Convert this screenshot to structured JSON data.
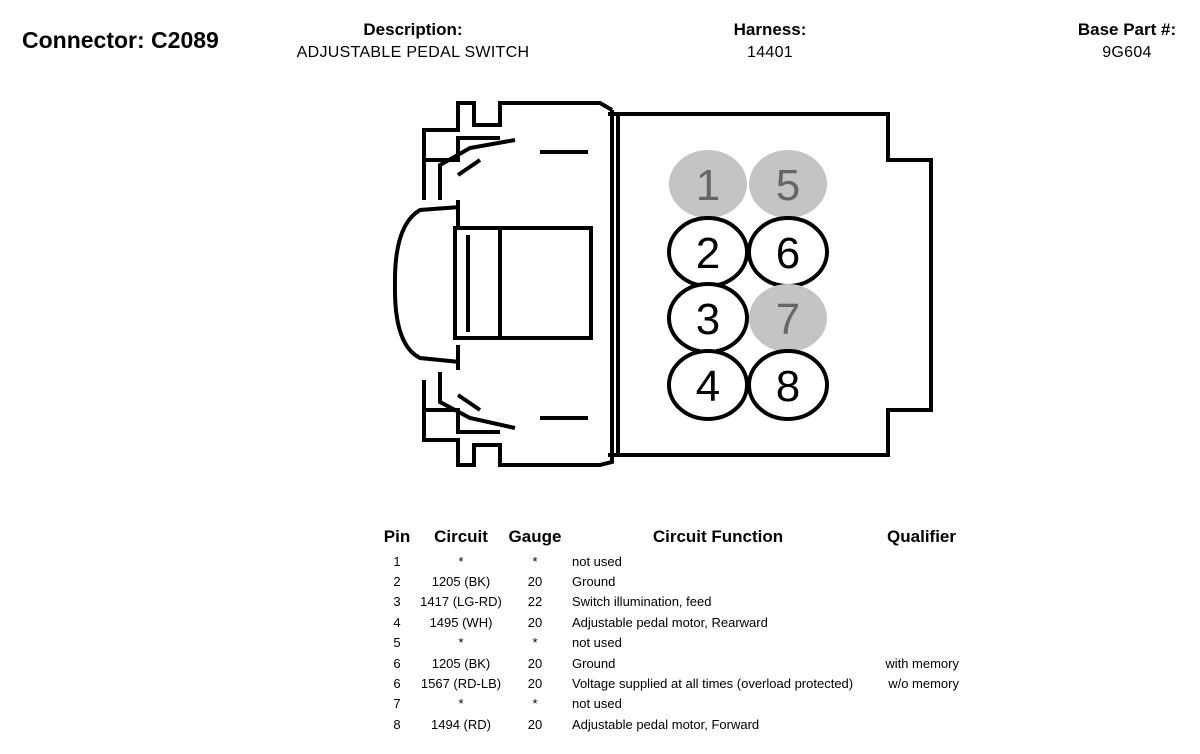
{
  "header": {
    "connector": "Connector: C2089",
    "description_label": "Description:",
    "description_value": "ADJUSTABLE PEDAL SWITCH",
    "harness_label": "Harness:",
    "harness_value": "14401",
    "base_part_label": "Base Part #:",
    "base_part_value": "9G604"
  },
  "pins_diagram": [
    {
      "label": "1",
      "state": "unused"
    },
    {
      "label": "5",
      "state": "unused"
    },
    {
      "label": "2",
      "state": "used"
    },
    {
      "label": "6",
      "state": "used"
    },
    {
      "label": "3",
      "state": "used"
    },
    {
      "label": "7",
      "state": "unused"
    },
    {
      "label": "4",
      "state": "used"
    },
    {
      "label": "8",
      "state": "used"
    }
  ],
  "colors": {
    "unused_pin_fill": "#c4c4c4",
    "unused_pin_text": "#666666",
    "outline": "#000000"
  },
  "table": {
    "headers": {
      "pin": "Pin",
      "circuit": "Circuit",
      "gauge": "Gauge",
      "function": "Circuit Function",
      "qualifier": "Qualifier"
    },
    "rows": [
      {
        "pin": "1",
        "circuit": "*",
        "gauge": "*",
        "function": "not used",
        "qualifier": ""
      },
      {
        "pin": "2",
        "circuit": "1205 (BK)",
        "gauge": "20",
        "function": "Ground",
        "qualifier": ""
      },
      {
        "pin": "3",
        "circuit": "1417 (LG-RD)",
        "gauge": "22",
        "function": "Switch illumination, feed",
        "qualifier": ""
      },
      {
        "pin": "4",
        "circuit": "1495 (WH)",
        "gauge": "20",
        "function": "Adjustable pedal motor, Rearward",
        "qualifier": ""
      },
      {
        "pin": "5",
        "circuit": "*",
        "gauge": "*",
        "function": "not used",
        "qualifier": ""
      },
      {
        "pin": "6",
        "circuit": "1205 (BK)",
        "gauge": "20",
        "function": "Ground",
        "qualifier": "with memory"
      },
      {
        "pin": "6",
        "circuit": "1567 (RD-LB)",
        "gauge": "20",
        "function": "Voltage supplied at all times (overload protected)",
        "qualifier": "w/o memory"
      },
      {
        "pin": "7",
        "circuit": "*",
        "gauge": "*",
        "function": "not used",
        "qualifier": ""
      },
      {
        "pin": "8",
        "circuit": "1494 (RD)",
        "gauge": "20",
        "function": "Adjustable pedal motor, Forward",
        "qualifier": ""
      }
    ]
  }
}
